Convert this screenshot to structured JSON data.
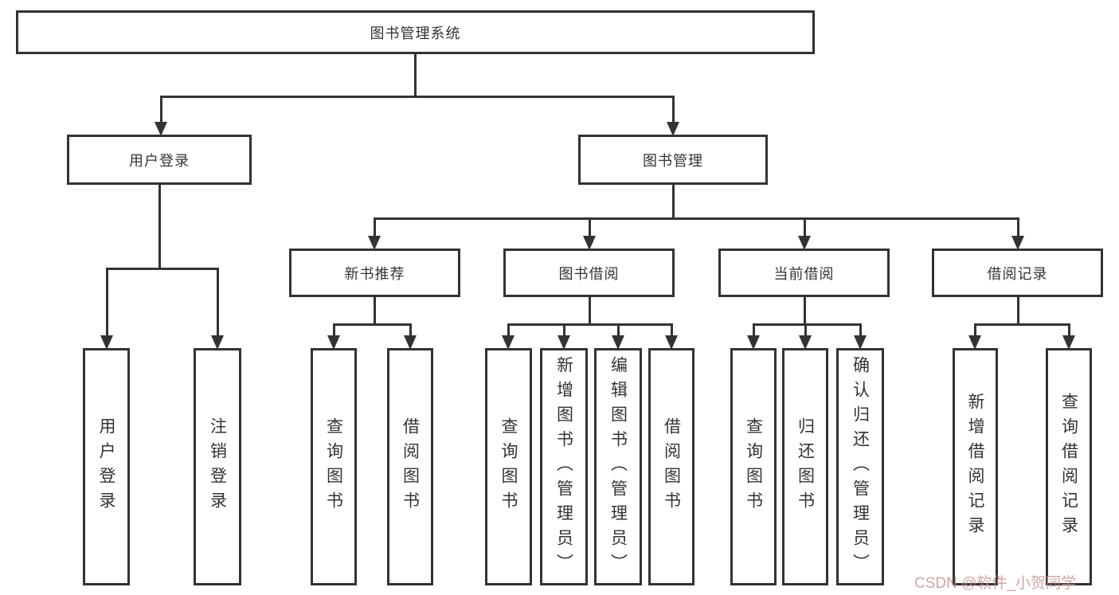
{
  "diagram": {
    "type": "tree",
    "root": {
      "label": "图书管理系统"
    },
    "level1": [
      {
        "id": "user-login",
        "label": "用户登录",
        "parent": "图书管理系统"
      },
      {
        "id": "book-management",
        "label": "图书管理",
        "parent": "图书管理系统"
      }
    ],
    "level2": [
      {
        "id": "new-book-recommend",
        "label": "新书推荐",
        "parent": "图书管理"
      },
      {
        "id": "book-borrow",
        "label": "图书借阅",
        "parent": "图书管理"
      },
      {
        "id": "current-borrow",
        "label": "当前借阅",
        "parent": "图书管理"
      },
      {
        "id": "borrow-record",
        "label": "借阅记录",
        "parent": "图书管理"
      }
    ],
    "leaves": [
      {
        "label": "用户登录",
        "parent": "用户登录"
      },
      {
        "label": "注销登录",
        "parent": "用户登录"
      },
      {
        "label": "查询图书",
        "parent": "新书推荐"
      },
      {
        "label": "借阅图书",
        "parent": "新书推荐"
      },
      {
        "label": "查询图书",
        "parent": "图书借阅"
      },
      {
        "label": "新增图书（管理员）",
        "parent": "图书借阅"
      },
      {
        "label": "编辑图书（管理员）",
        "parent": "图书借阅"
      },
      {
        "label": "借阅图书",
        "parent": "图书借阅"
      },
      {
        "label": "查询图书",
        "parent": "当前借阅"
      },
      {
        "label": "归还图书",
        "parent": "当前借阅"
      },
      {
        "label": "确认归还（管理员）",
        "parent": "当前借阅"
      },
      {
        "label": "新增借阅记录",
        "parent": "借阅记录"
      },
      {
        "label": "查询借阅记录",
        "parent": "借阅记录"
      }
    ],
    "colors": {
      "line": "#333333",
      "box_background": "#ffffff",
      "text": "#333333",
      "watermark": "#ca8f91"
    },
    "watermark": {
      "text": "CSDN @软件_小贺同学"
    }
  }
}
